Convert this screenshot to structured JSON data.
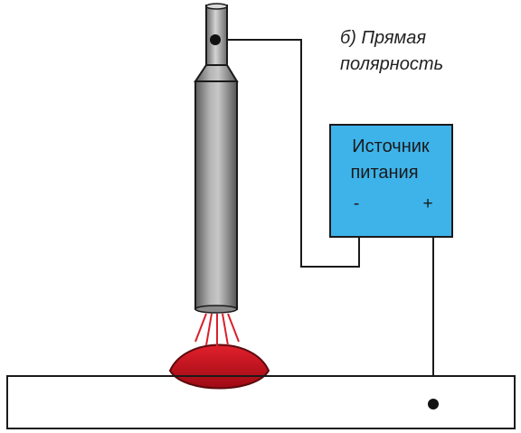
{
  "title": {
    "line1": "б) Прямая",
    "line2": "полярность"
  },
  "power_source": {
    "label_line1": "Источник",
    "label_line2": "питания",
    "minus": "-",
    "plus": "+"
  },
  "colors": {
    "box_fill": "#3db3ea",
    "weld_pool": "#c8101c",
    "arc_rays": "#d8202a",
    "wire": "#1a1a1a",
    "electrode_body": "#8e8e8e"
  }
}
